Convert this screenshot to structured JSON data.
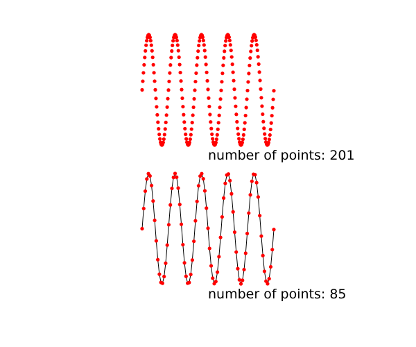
{
  "chart_data": [
    {
      "type": "scatter",
      "title": "",
      "xlabel": "",
      "ylabel": "",
      "grid": false,
      "axes_visible": false,
      "function": "sin",
      "x_range": [
        0,
        31.4
      ],
      "y_range": [
        -1,
        1
      ],
      "num_points": 201,
      "line_visible": false,
      "marker_color": "#ff0000",
      "annotation": "number of points: 201"
    },
    {
      "type": "line",
      "title": "",
      "xlabel": "",
      "ylabel": "",
      "grid": false,
      "axes_visible": false,
      "function": "sin",
      "x_range": [
        0,
        31.4
      ],
      "y_range": [
        -1,
        1
      ],
      "num_points": 85,
      "line_visible": true,
      "line_color": "#000000",
      "marker_color": "#ff0000",
      "annotation": "number of points: 85"
    }
  ]
}
